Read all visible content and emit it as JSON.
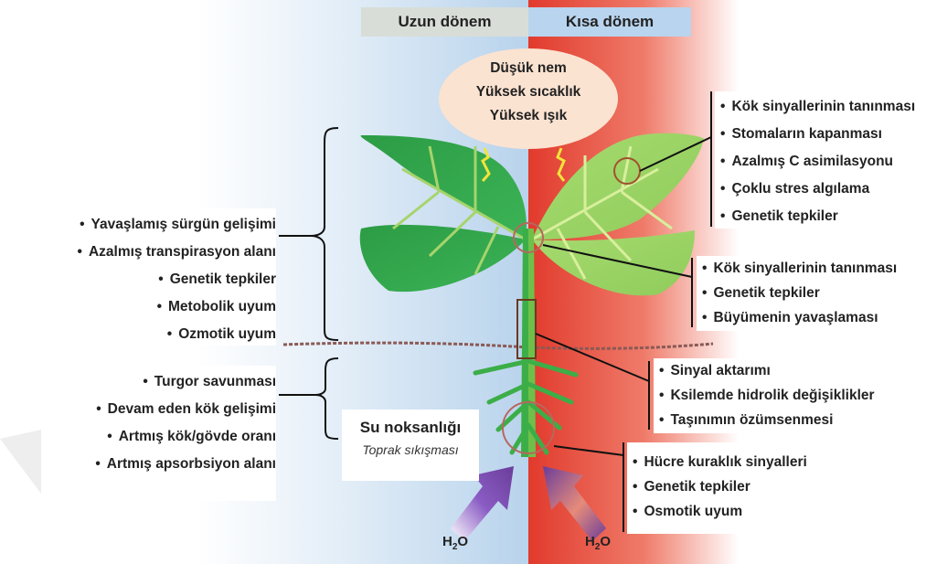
{
  "header": {
    "left_label": "Uzun dönem",
    "right_label": "Kısa dönem"
  },
  "conditions": [
    "Düşük nem",
    "Yüksek sıcaklık",
    "Yüksek ışık"
  ],
  "left_shoot_effects": [
    "Yavaşlamış sürgün gelişimi",
    "Azalmış transpirasyon alanı",
    "Genetik tepkiler",
    "Metobolik uyum",
    "Ozmotik uyum"
  ],
  "left_root_effects": [
    "Turgor savunması",
    "Devam eden kök gelişimi",
    "Artmış kök/gövde oranı",
    "Artmış apsorbsiyon alanı"
  ],
  "right_leaf_effects": [
    "Kök sinyallerinin tanınması",
    "Stomaların kapanması",
    "Azalmış C asimilasyonu",
    "Çoklu stres algılama",
    "Genetik tepkiler"
  ],
  "right_stem_top_effects": [
    "Kök sinyallerinin tanınması",
    "Genetik tepkiler",
    "Büyümenin yavaşlaması"
  ],
  "right_stem_mid_effects": [
    "Sinyal aktarımı",
    "Ksilemde hidrolik değişiklikler",
    "Taşınımın özümsenmesi"
  ],
  "right_root_effects": [
    "Hücre kuraklık sinyalleri",
    "Genetik tepkiler",
    "Osmotik uyum"
  ],
  "soil": {
    "title": "Su noksanlığı",
    "subtitle": "Toprak sıkışması"
  },
  "water": {
    "label_main": "H",
    "label_sub": "2",
    "label_end": "O"
  },
  "colors": {
    "long_term_bg": "#c9def0",
    "short_term_bg": "#e4473a",
    "leaf_dark": "#2fa34a",
    "leaf_light": "#9fd66a",
    "arrow_purple": "#6a3d9a"
  }
}
